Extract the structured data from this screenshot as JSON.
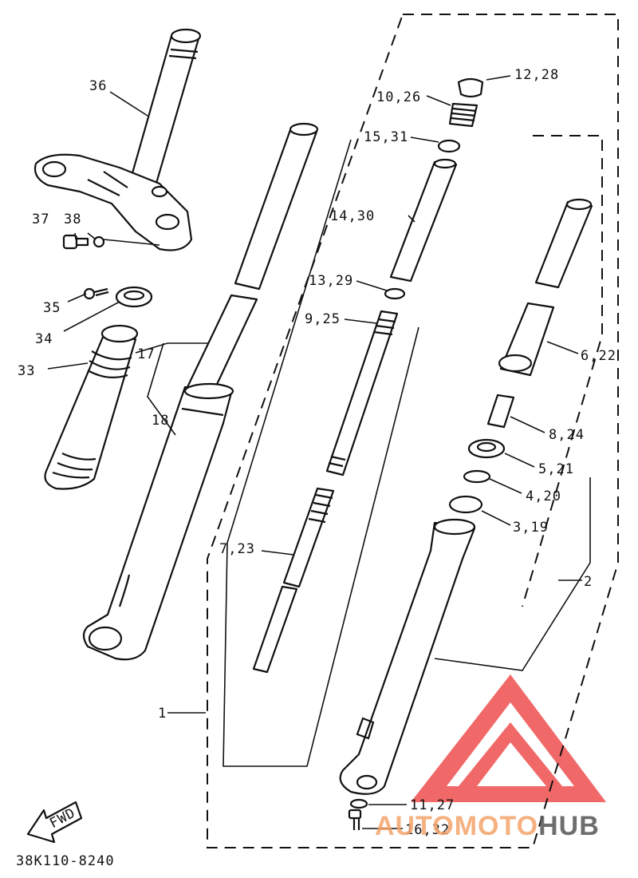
{
  "diagram": {
    "drawing_code": "38K110-8240",
    "fwd_label": "FWD",
    "watermark": {
      "text_a": "AUTO",
      "text_b": "MOTO",
      "text_c": "HUB",
      "color_a": "#f4a46a",
      "color_b": "#f4a46a",
      "color_c": "#555555",
      "logo_color": "#ef4d4d"
    },
    "callouts": [
      {
        "id": "c36",
        "text": "36"
      },
      {
        "id": "c37",
        "text": "37"
      },
      {
        "id": "c38",
        "text": "38"
      },
      {
        "id": "c35",
        "text": "35"
      },
      {
        "id": "c34",
        "text": "34"
      },
      {
        "id": "c33",
        "text": "33"
      },
      {
        "id": "c17",
        "text": "17"
      },
      {
        "id": "c18",
        "text": "18"
      },
      {
        "id": "c1",
        "text": "1"
      },
      {
        "id": "c12_28",
        "text": "12,28"
      },
      {
        "id": "c10_26",
        "text": "10,26"
      },
      {
        "id": "c15_31",
        "text": "15,31"
      },
      {
        "id": "c14_30",
        "text": "14,30"
      },
      {
        "id": "c13_29",
        "text": "13,29"
      },
      {
        "id": "c9_25",
        "text": "9,25"
      },
      {
        "id": "c7_23",
        "text": "7,23"
      },
      {
        "id": "c6_22",
        "text": "6,22"
      },
      {
        "id": "c8_24",
        "text": "8,24"
      },
      {
        "id": "c5_21",
        "text": "5,21"
      },
      {
        "id": "c4_20",
        "text": "4,20"
      },
      {
        "id": "c3_19",
        "text": "3,19"
      },
      {
        "id": "c2",
        "text": "2"
      },
      {
        "id": "c11_27",
        "text": "11,27"
      },
      {
        "id": "c16_32",
        "text": "16,32"
      }
    ]
  }
}
